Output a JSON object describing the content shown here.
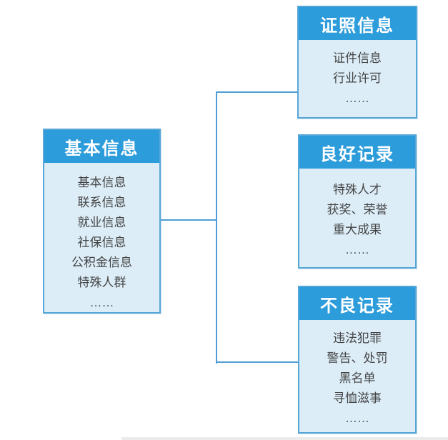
{
  "diagram": {
    "root": {
      "title": "基本信息",
      "items": [
        "基本信息",
        "联系信息",
        "就业信息",
        "社保信息",
        "公积金信息",
        "特殊人群",
        "……"
      ]
    },
    "branches": [
      {
        "title": "证照信息",
        "items": [
          "证件信息",
          "行业许可",
          "……"
        ]
      },
      {
        "title": "良好记录",
        "items": [
          "特殊人才",
          "获奖、荣誉",
          "重大成果",
          "……"
        ]
      },
      {
        "title": "不良记录",
        "items": [
          "违法犯罪",
          "警告、处罚",
          "黑名单",
          "寻恤滋事",
          "……"
        ]
      }
    ],
    "colors": {
      "header_bg": "#2d9cdb",
      "header_text": "#ffffff",
      "body_bg": "#dcedf8",
      "border": "#57a6d8",
      "connector": "#4f9fd6",
      "item_text": "#454545"
    }
  }
}
